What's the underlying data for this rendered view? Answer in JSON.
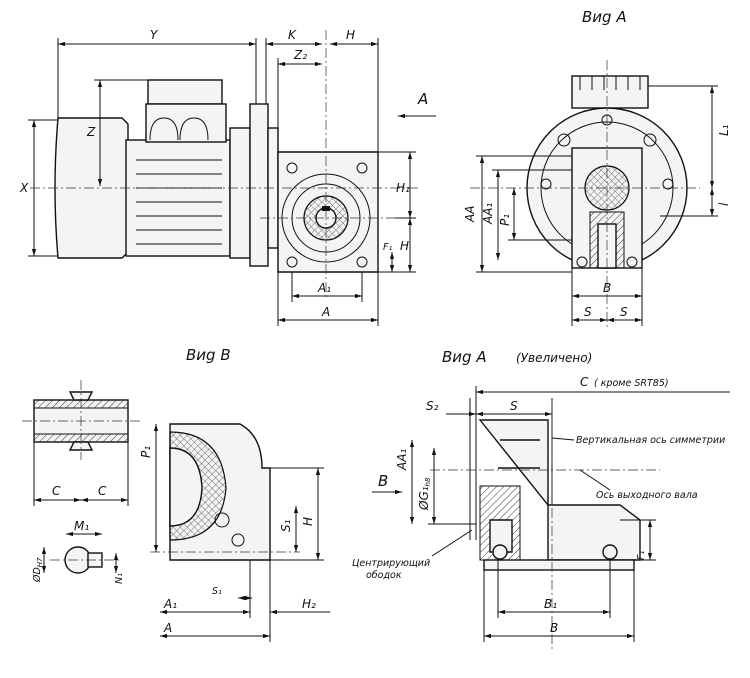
{
  "views": {
    "view_a_title": "Виg A",
    "view_b_title": "Виg B",
    "view_a_zoom_title": "Виg A",
    "view_a_zoom_note": "(Увеличено)",
    "arrow_a": "A",
    "arrow_b": "B"
  },
  "main_dims": {
    "Y": "Y",
    "K": "K",
    "H_top": "H",
    "Z2": "Z₂",
    "Z": "Z",
    "X": "X",
    "H1": "H₁",
    "F1": "F₁",
    "H": "H",
    "A1": "A₁",
    "A": "A"
  },
  "side_dims": {
    "L1": "L₁",
    "l": "l",
    "AA": "AA",
    "AA1": "AA₁",
    "P1": "P₁",
    "B": "B",
    "S_left": "S",
    "S_right": "S"
  },
  "b_dims": {
    "C_left": "C",
    "C_right": "C",
    "M1": "M₁",
    "N1": "N₁",
    "D": "ØD",
    "D_sub": "H7",
    "P1": "P₁",
    "S1_vert": "S₁",
    "H": "H",
    "A1": "A₁",
    "S1": "S₁",
    "H2": "H₂",
    "A": "A"
  },
  "zoom_dims": {
    "C": "C",
    "C_note": "( кроме SRT85)",
    "S2": "S₂",
    "S": "S",
    "AA1": "AA₁",
    "G1": "ØG₁",
    "G1_sub": "h8",
    "B1": "B₁",
    "B": "B",
    "F1": "F₁",
    "note_vertical_axis": "Вертикальная ось симметрии",
    "note_output_shaft": "Ось выходного вала",
    "note_centering_rim_1": "Центрирующий",
    "note_centering_rim_2": "ободок"
  }
}
